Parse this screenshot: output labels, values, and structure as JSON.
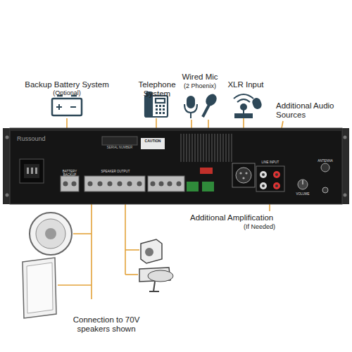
{
  "diagram": {
    "labels": [
      "Backup Battery System",
      "(Optional)",
      "Telephone System",
      "Wired Mic",
      "(2 Phoenix)",
      "XLR Input",
      "Additional Audio Sources",
      "Additional Amplification",
      "(If Needed)",
      "Connection to 70V speakers shown",
      "Russound",
      "SERIAL NUMBER",
      "CAUTION",
      "BATTERY BACKUP",
      "SPEAKER OUTPUT",
      "LINE INPUT",
      "VOLUME",
      "ANTENNA"
    ]
  }
}
